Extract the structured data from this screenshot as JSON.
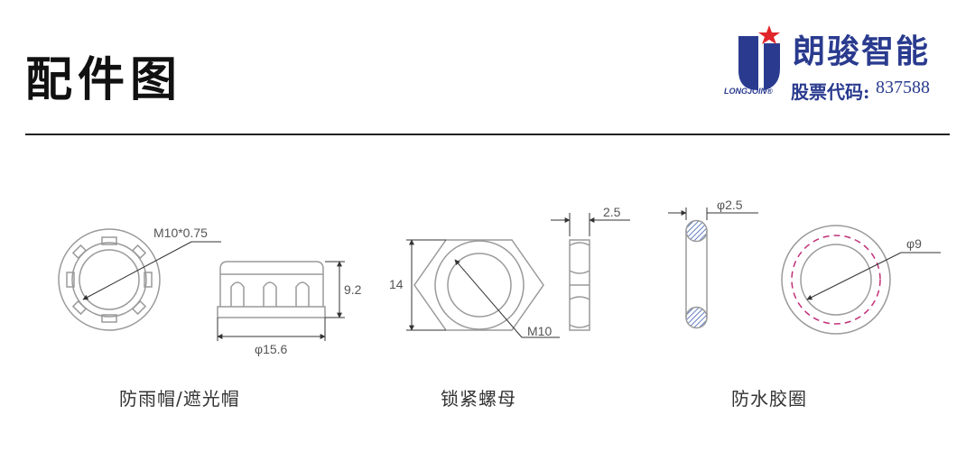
{
  "page": {
    "title": "配件图"
  },
  "brand": {
    "name": "朗骏智能",
    "latin": "LONGJOIN®",
    "stock_label": "股票代码:",
    "stock_code": "837588",
    "colors": {
      "blue": "#2a3b8f",
      "red": "#e0262b"
    }
  },
  "parts": [
    {
      "caption": "防雨帽/遮光帽",
      "dims": {
        "thread": "M10*0.75",
        "height": "9.2",
        "diameter": "φ15.6"
      }
    },
    {
      "caption": "锁紧螺母",
      "dims": {
        "height": "14",
        "thread": "M10",
        "thickness": "2.5"
      }
    },
    {
      "caption": "防水胶圈",
      "dims": {
        "cross_section": "φ2.5",
        "inner": "φ9"
      }
    }
  ],
  "colors": {
    "line": "#9a9a9a",
    "dim_line": "#333333",
    "hatch": "#3b5fb0",
    "dash": "#c0307a"
  }
}
